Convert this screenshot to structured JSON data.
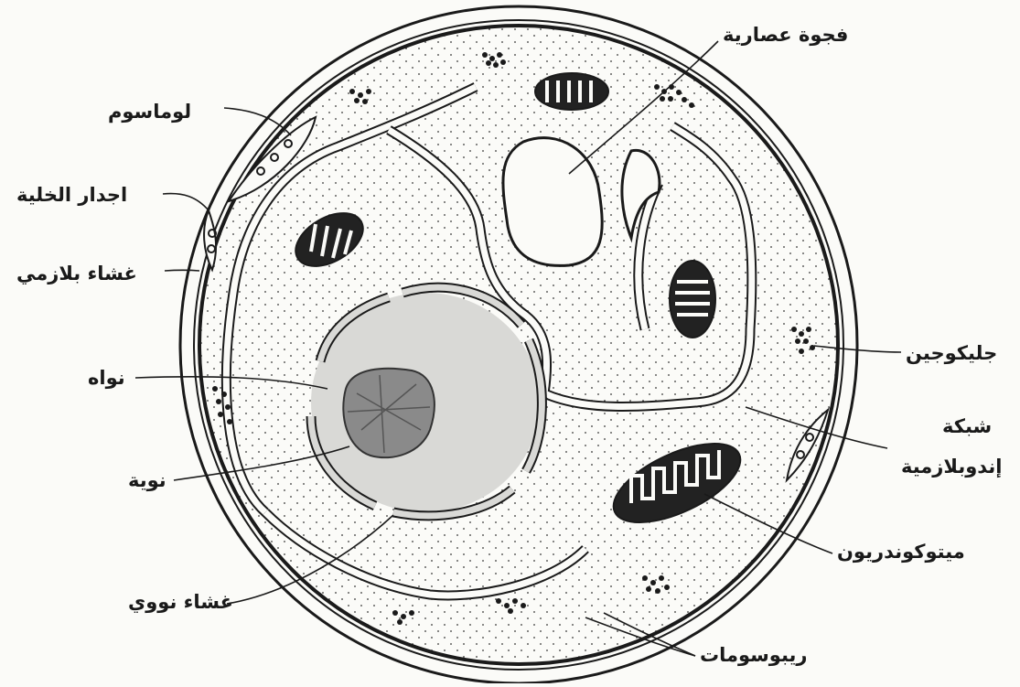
{
  "diagram": {
    "labels": {
      "lomasome": "لوماسوم",
      "cell_walls": "اجدار الخلية",
      "plasma_membrane": "غشاء بلازمي",
      "nucleus": "نواه",
      "nucleolus": "نوية",
      "nuclear_membrane": "غشاء نووي",
      "vacuole": "فجوة عصارية",
      "glycogen": "جليكوجين",
      "er_line1": "شبكة",
      "er_line2": "إندوبلازمية",
      "mitochondrion": "ميتوكوندريون",
      "ribosomes": "ريبوسومات"
    },
    "colors": {
      "ink": "#1a1a1a",
      "nucleus_fill": "#d9d9d6",
      "paper": "#fbfbf8"
    }
  }
}
